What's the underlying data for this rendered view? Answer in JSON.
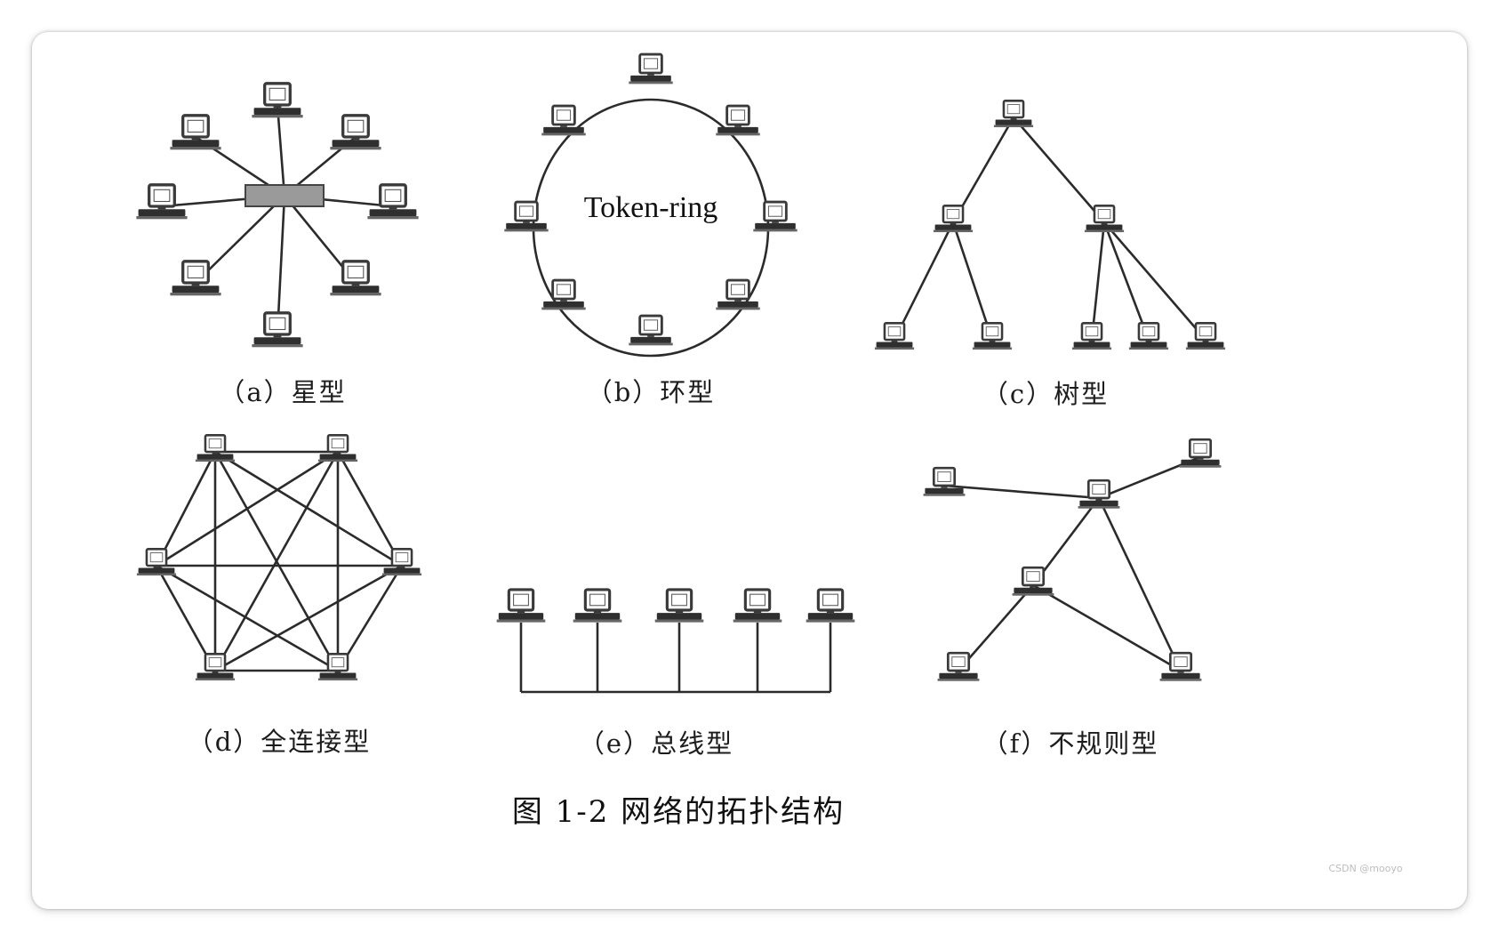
{
  "figure_title": "图 1-2   网络的拓扑结构",
  "watermark": "CSDN @mooyo",
  "panels": [
    {
      "id": "a",
      "caption": "（a）星型"
    },
    {
      "id": "b",
      "caption": "（b）环型",
      "center_label": "Token-ring"
    },
    {
      "id": "c",
      "caption": "（c）树型"
    },
    {
      "id": "d",
      "caption": "（d）全连接型"
    },
    {
      "id": "e",
      "caption": "（e）总线型"
    },
    {
      "id": "f",
      "caption": "（f）不规则型"
    }
  ],
  "colors": {
    "line": "#2b2b2b",
    "node": "#3a3a3a",
    "hub": "#9a9a9a"
  }
}
